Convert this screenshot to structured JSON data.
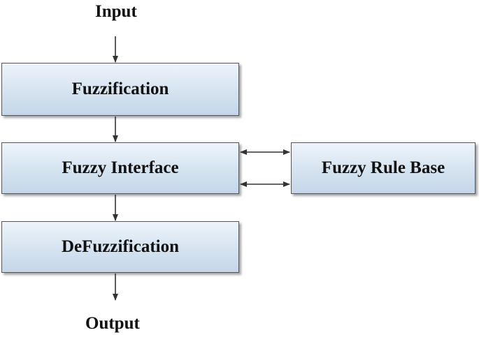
{
  "diagram": {
    "input_label": "Input",
    "output_label": "Output",
    "boxes": {
      "fuzzification": "Fuzzification",
      "fuzzy_interface": "Fuzzy Interface",
      "defuzzification": "DeFuzzification",
      "fuzzy_rule_base": "Fuzzy Rule Base"
    },
    "colors": {
      "box_fill_top": "#eef4fa",
      "box_fill_bottom": "#c4d6e8",
      "box_border": "#555555",
      "arrow": "#333333",
      "text": "#111111"
    }
  }
}
